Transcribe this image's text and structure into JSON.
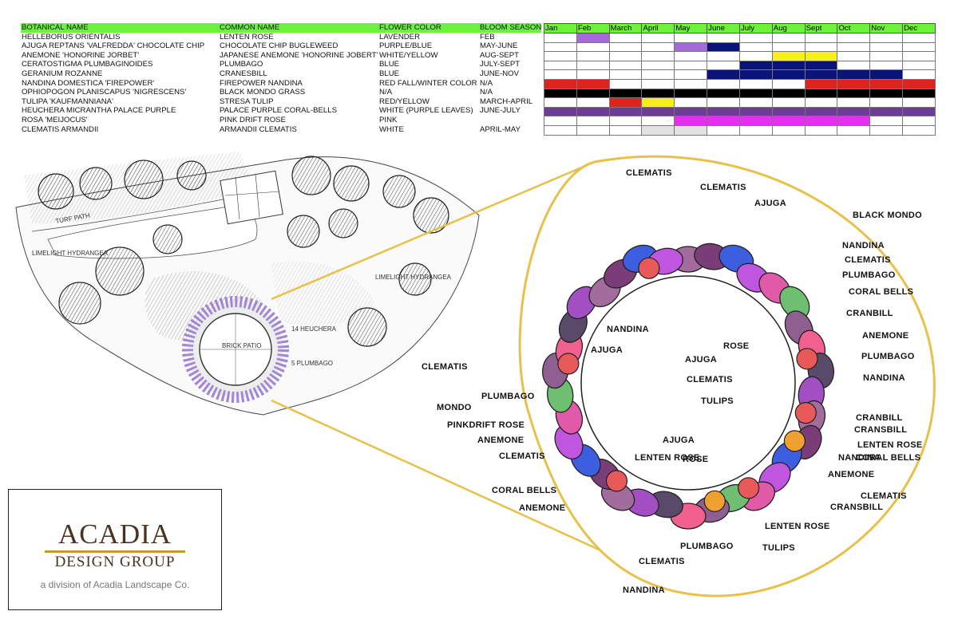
{
  "table": {
    "headers": [
      "BOTANICAL NAME",
      "COMMON NAME",
      "FLOWER COLOR",
      "BLOOM SEASON"
    ],
    "rows": [
      [
        "HELLEBORUS ORIENTALIS",
        "LENTEN ROSE",
        "LAVENDER",
        "FEB"
      ],
      [
        "AJUGA REPTANS 'VALFREDDA' CHOCOLATE CHIP",
        "CHOCOLATE CHIP BUGLEWEED",
        "PURPLE/BLUE",
        "MAY-JUNE"
      ],
      [
        "ANEMONE 'HONORINE JORBET'",
        "JAPANESE ANEMONE 'HONORINE JOBERT'",
        "WHITE/YELLOW",
        "AUG-SEPT"
      ],
      [
        "CERATOSTIGMA PLUMBAGINOIDES",
        "PLUMBAGO",
        "BLUE",
        "JULY-SEPT"
      ],
      [
        "GERANIUM ROZANNE",
        "CRANESBILL",
        "BLUE",
        "JUNE-NOV"
      ],
      [
        "NANDINA DOMESTICA 'FIREPOWER'",
        "FIREPOWER NANDINA",
        "RED FALL/WINTER COLOR",
        "N/A"
      ],
      [
        "OPHIOPOGON PLANISCAPUS 'NIGRESCENS'",
        "BLACK MONDO GRASS",
        "N/A",
        "N/A"
      ],
      [
        "TULIPA 'KAUFMANNIANA'",
        "STRESA TULIP",
        "RED/YELLOW",
        "MARCH-APRIL"
      ],
      [
        "HEUCHERA MICRANTHA PALACE PURPLE",
        "PALACE PURPLE CORAL-BELLS",
        "WHITE (PURPLE LEAVES)",
        "JUNE-JULY"
      ],
      [
        "ROSA 'MEIJOCUS'",
        "PINK DRIFT ROSE",
        "PINK",
        ""
      ],
      [
        "CLEMATIS ARMANDII",
        "ARMANDII CLEMATIS",
        "WHITE",
        "APRIL-MAY"
      ]
    ]
  },
  "bloom_chart": {
    "months": [
      "Jan",
      "Feb",
      "March",
      "April",
      "May",
      "June",
      "July",
      "Aug",
      "Sept",
      "Oct",
      "Nov",
      "Dec"
    ],
    "rows": [
      [
        null,
        "#a36ad8",
        null,
        null,
        null,
        null,
        null,
        null,
        null,
        null,
        null,
        null
      ],
      [
        null,
        null,
        null,
        null,
        "#a36ad8",
        "#0a1478",
        null,
        null,
        null,
        null,
        null,
        null
      ],
      [
        null,
        null,
        null,
        null,
        null,
        null,
        null,
        "#f6ef1d",
        "#f6ef1d",
        null,
        null,
        null
      ],
      [
        null,
        null,
        null,
        null,
        null,
        null,
        "#0a1478",
        "#0a1478",
        "#0a1478",
        null,
        null,
        null
      ],
      [
        null,
        null,
        null,
        null,
        null,
        "#0a1478",
        "#0a1478",
        "#0a1478",
        "#0a1478",
        "#0a1478",
        "#0a1478",
        null
      ],
      [
        "#e2221c",
        "#e2221c",
        null,
        null,
        null,
        null,
        null,
        null,
        "#e2221c",
        "#e2221c",
        "#e2221c",
        "#e2221c"
      ],
      [
        "#000000",
        "#000000",
        "#000000",
        "#000000",
        "#000000",
        "#000000",
        "#000000",
        "#000000",
        "#000000",
        "#000000",
        "#000000",
        "#000000"
      ],
      [
        null,
        null,
        "#e2221c",
        "#f6ef1d",
        null,
        null,
        null,
        null,
        null,
        null,
        null,
        null
      ],
      [
        "#6d3d96",
        "#6d3d96",
        "#6d3d96",
        "#6d3d96",
        "#6d3d96",
        "#6d3d96",
        "#6d3d96",
        "#6d3d96",
        "#6d3d96",
        "#6d3d96",
        "#6d3d96",
        "#6d3d96"
      ],
      [
        null,
        null,
        null,
        null,
        "#e231e8",
        "#e231e8",
        "#e231e8",
        "#e231e8",
        "#e231e8",
        "#e231e8",
        null,
        null
      ],
      [
        null,
        null,
        null,
        "#e2e2e2",
        "#e2e2e2",
        null,
        null,
        null,
        null,
        null,
        null,
        null
      ]
    ]
  },
  "site_plan": {
    "labels": [
      "TURF PATH",
      "BRICK PATIO",
      "LIMELIGHT HYDRANGEA",
      "LIMELIGHT HYDRANGEA",
      "14 HEUCHERA",
      "5 PLUMBAGO"
    ]
  },
  "callouts": [
    "CLEMATIS",
    "CLEMATIS",
    "AJUGA",
    "BLACK MONDO",
    "PLUMBAGO",
    "NANDINA",
    "CLEMATIS",
    "PLUMBAGO",
    "CORAL BELLS",
    "CRANBILL",
    "NANDINA",
    "AJUGA",
    "ANEMONE",
    "ROSE",
    "PLUMBAGO",
    "AJUGA",
    "NANDINA",
    "CLEMATIS",
    "TULIPS",
    "CLEMATIS",
    "CRANBILL",
    "CRANSBILL",
    "MONDO",
    "LENTEN ROSE",
    "PINKDRIFT ROSE",
    "CORAL BELLS",
    "ANEMONE",
    "AJUGA",
    "NANDINA",
    "CLEMATIS",
    "LENTEN ROSE",
    "ROSE",
    "ANEMONE",
    "CORAL BELLS",
    "CLEMATIS",
    "CRANSBILL",
    "ANEMONE",
    "LENTEN ROSE",
    "PLUMBAGO",
    "TULIPS",
    "CLEMATIS",
    "NANDINA"
  ],
  "colors": {
    "header_green": "#6cf23b",
    "gold_outline": "#e7c14a",
    "logo_brown": "#4a3323",
    "logo_gold": "#c49a2c"
  },
  "logo": {
    "wordmark": "ACADIA",
    "subtitle": "DESIGN GROUP",
    "tagline": "a division of Acadia Landscape Co."
  }
}
